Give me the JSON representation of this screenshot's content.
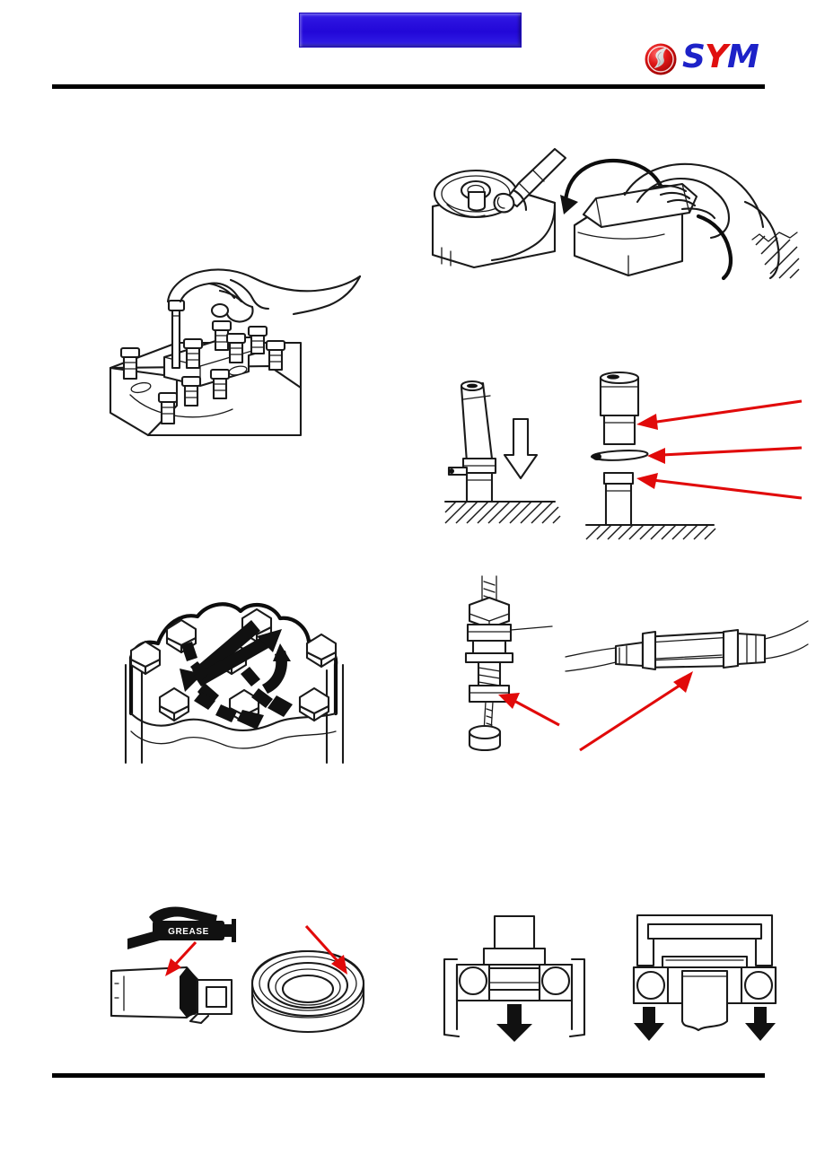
{
  "document": {
    "type": "service-manual-page",
    "publisher": "SYM",
    "page_background": "#ffffff"
  },
  "header": {
    "title_banner": {
      "text": "",
      "color": "#2207d8",
      "border_color": "#1a04bb"
    },
    "logo": {
      "wordmark": "SYM",
      "wordmark_color": "#1d22c8",
      "accent_color": "#e01010",
      "emblem_name": "sym-flame-emblem"
    },
    "rule_color": "#000000"
  },
  "figures": [
    {
      "id": "fig-bolt-install",
      "name": "crankcase-bolt-installation",
      "caption": "",
      "description": "Hand installing bolts into crankcase / cylinder block with multiple studs",
      "annotations": []
    },
    {
      "id": "fig-torque-wrench",
      "name": "torque-wrench-on-cover",
      "caption": "",
      "description": "Torque wrench tightening a fastener on a round cover",
      "annotations": []
    },
    {
      "id": "fig-snapring-hands",
      "name": "piston-pin-clip-installation",
      "caption": "",
      "description": "Hands installing a piston pin clip, with rotation arrow and cloth over crankcase opening",
      "annotations": []
    },
    {
      "id": "fig-driver-press",
      "name": "bearing-driver-pressing",
      "caption": "",
      "description": "Driver tool pressing a bearing onto a shaft, downward open arrow",
      "annotations": []
    },
    {
      "id": "fig-driver-exploded",
      "name": "bearing-driver-exploded",
      "caption": "",
      "description": "Exploded view of driver, attachment and pilot with three red pointer arrows",
      "annotations": [
        {
          "name": "pointer-driver",
          "color": "#e10a0a"
        },
        {
          "name": "pointer-attachment",
          "color": "#e10a0a"
        },
        {
          "name": "pointer-pilot",
          "color": "#e10a0a"
        }
      ]
    },
    {
      "id": "fig-torque-sequence",
      "name": "cylinder-head-torque-sequence",
      "caption": "",
      "description": "Cylinder head with eight nuts and crossing sequence arrows showing tightening order",
      "bolt_count": 8,
      "annotations": []
    },
    {
      "id": "fig-cable-adjuster",
      "name": "cable-adjuster-assembly",
      "caption": "",
      "description": "Cable adjuster with lock nut, threaded adjuster and cable end",
      "annotations": [
        {
          "name": "pointer-cable-adjuster",
          "color": "#e10a0a"
        }
      ]
    },
    {
      "id": "fig-cable-joint",
      "name": "cable-joint-connector",
      "caption": "",
      "description": "Inline cable joint / connector sleeve on a control cable",
      "annotations": [
        {
          "name": "pointer-cable-joint",
          "color": "#e10a0a"
        }
      ]
    },
    {
      "id": "fig-grease-seal",
      "name": "grease-application-to-seal",
      "caption": "",
      "description": "Grease gun applying grease to oil seal lip, shown in cross-section",
      "annotations": [
        {
          "name": "grease-gun-label",
          "text": "GREASE",
          "color": "#ffffff",
          "background": "#111111"
        },
        {
          "name": "pointer-seal-lip",
          "color": "#e10a0a"
        }
      ]
    },
    {
      "id": "fig-oil-seal",
      "name": "oil-seal-ring",
      "caption": "",
      "description": "Oil seal ring in perspective view",
      "annotations": [
        {
          "name": "pointer-oil-seal",
          "color": "#e10a0a"
        }
      ]
    },
    {
      "id": "fig-bearing-press-a",
      "name": "bearing-press-inner-race",
      "caption": "",
      "description": "Press tool seating a bearing by its inner race, single downward solid arrow",
      "annotations": []
    },
    {
      "id": "fig-bearing-press-b",
      "name": "bearing-press-outer-race",
      "caption": "",
      "description": "Press tool seating a bearing by its outer race, two downward solid arrows",
      "annotations": []
    }
  ]
}
